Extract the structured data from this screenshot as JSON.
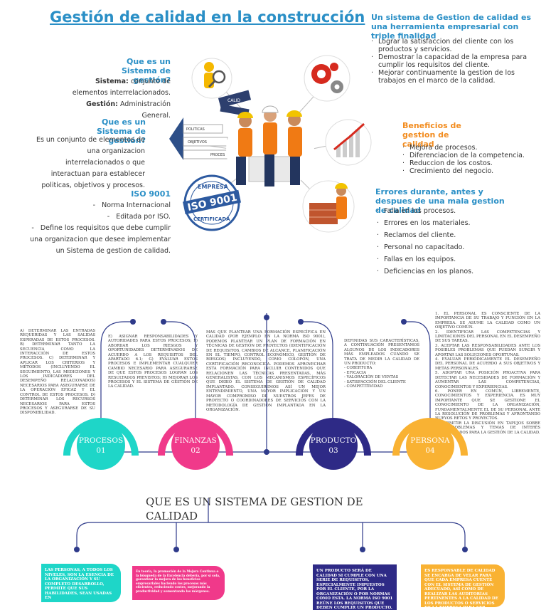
{
  "title": "Gestión de calidad en la construcción",
  "section_top_right": {
    "heading": "Un sistema de Gestion de calidad es una herramienta empresarial con triple finalidad",
    "items": [
      "Lograr la satisfaccion del cliente con los productos y servicios.",
      "Demostrar la capacidad de la empresa para cumplir los requisitos del cliente.",
      "Mejorar continuamente la gestion de los trabajos en el marco de la calidad."
    ]
  },
  "section_sistema": {
    "heading": "Que es un Sistema de gestión?",
    "line1_bold": "Sistema:",
    "line1_text": " conjunto de elementos interrelacionados.",
    "line2_bold": "Gestión:",
    "line2_text": " Administración General."
  },
  "section_sistema2": {
    "heading": "Que es un Sistema de gestión?",
    "text": "Es un conjunto de elementos de una organizacion interrelacionados o que interactuan para establecer politicas, objetivos y procesos."
  },
  "section_iso": {
    "heading": "ISO 9001",
    "items": [
      "Norma Internacional",
      "Editada por ISO.",
      "Define los requisitos que debe cumplir una organizacion que desee implementar un Sistema de gestion de calidad."
    ]
  },
  "section_beneficios": {
    "heading": "Beneficios de gestion de calidad",
    "items": [
      "Mejora de procesos.",
      "Diferenciacion de la competencia.",
      "Reduccion de los costos.",
      "Crecimiento del negocio."
    ]
  },
  "section_errores": {
    "heading": "Errores durante, antes y despues de una mala gestion de calidad",
    "items": [
      "Falla en los procesos.",
      "Errores en los materiales.",
      "Reclamos del cliente.",
      "Personal no capacitado.",
      "Fallas en los equipos.",
      "Deficiencias en los planos."
    ]
  },
  "pyramid": {
    "labels": [
      "POLITICAS",
      "OBJETIVOS",
      "PROCES"
    ]
  },
  "iso_seal": {
    "top": "EMPRESA",
    "middle": "ISO 9001",
    "bottom": "CERTIFICADA"
  },
  "timeline": {
    "col1": "A) DETERMINAR LAS ENTRADAS REQUERIDAS Y LAS SALIDAS ESPERADAS DE ESTOS PROCESOS. B) DETERMINAR TANTO LA SECUENCIA COMO LA INTERACCIÓN DE ESTOS PROCESOS. C) DETERMINAR Y APLICAR LOS CRITERIOS Y MÉTODOS (INCLUYENDO EL SEGUIMIENTO, LAS MEDICIONES Y LOS INDICADORES DEL DESEMPEÑO RELACIONADOS) NECESARIOS PARA ASEGURARSE DE LA OPERACIÓN EFICAZ Y EL CONTROL DE ESTOS PROCESOS. D) DETERMINAR LOS RECURSOS NECESARIOS PARA ESTOS PROCESOS Y ASEGURARSE DE SU DISPONIBILIDAD.",
    "col2": "E) ASIGNAR RESPONSABILIDADES Y AUTORIDADES PARA ESTOS PROCESOS; F) ABORDAR LOS RIESGOS Y OPORTUNIDADES DETERMINADOS DE ACUERDO A LOS REQUISITOS DEL APARTADO 6.1; G) EVALUAR ESTOS PROCESOS E IMPLEMENTAR CUALQUIER CAMBIO NECESARIO PARA ASEGURARSE DE QUE ESTOS PROCESOS LOGRAN LOS RESULTADOS PREVISTOS; H) MEJORAR LOS PROCESOS Y EL SISTEMA DE GESTIÓN DE LA CALIDAD.",
    "col3": "MAS QUE PLANTEAR UNA FORMACIÓN ESPECÍFICA EN CALIDAD (POR EJEMPLO EN LA NORMA ISO 9001), PODEMOS PLANTEAR UN PLAN DE FORMACIÓN EN TÉCNICAS DE GESTIÓN DE PROYECTOS (IDENTIFICACIÓN DE REQUISITOS, CAMBIOS DE ALCANCE, PLANIFICACIÓN EN EL TIEMPO, CONTROL ECONÓMICO, GESTIÓN DE RIESGOS) INCLUYENDO, COMO COLOFÓN, UNA CERTIFICACIÓN RECONOCIDA. PODEMOS APROVECHAR ESTA FORMACIÓN PARA INCLUIR CONTENIDOS QUE RELACIONEN LAS TÉCNICAS PRESENTADAS, MÁS GENERALISTAS, CON LOS MECANISMOS ESPECÍFICOS QUE DEBIÓ EL SISTEMA DE GESTIÓN DE CALIDAD IMPLANTADO. CONSEGUIREMOS ASÍ UN MEJOR ENTENDIMIENTO, UNA MAYOR IMPLICACIÓN Y UN MAYOR COMPROMISO DE NUESTROS JEFES DE PROYECTO O COORDINADORES DE SERVICIOS CON LA METODOLOGÍA DE GESTIÓN IMPLANTADA EN LA ORGANIZACIÓN.",
    "col4_intro": "DEFINIDAS SUS CARACTERÍSTICAS, A CONTINUACIÓN PRESENTAMOS ALGUNOS DE LOS INDICADORES MÁS EMPLEADOS CUANDO SE TRATA DE MEDIR LA CALIDAD DE UN PRODUCTO:",
    "col4_items": [
      "COBERTURA",
      "EFICACIA",
      "VALORACIÓN DE VENTAS",
      "SATISFACCIÓN DEL CLIENTE",
      "COMPETITIVIDAD"
    ],
    "col5_items": [
      "1. EL PERSONAL ES CONSCIENTE DE LA IMPORTANCIA DE SU TRABAJO Y FUNCIÓN EN LA EMPRESA. SE ASUME LA CALIDAD COMO UN OBJETIVO COMÚN.",
      "2. IDENTIFICAR LAS COMPETENCIAS Y LIMITACIONES DEL PERSONAL EN EL DESEMPEÑO DE SUS TAREAS.",
      "3. ACEPTAR LAS RESPONSABILIDADES ANTE LOS POSIBLES PROBLEMAS QUE PUEDAN SURGIR Y APORTAR LAS SOLUCIONES OPORTUNAS.",
      "4. EVALUAR PERIÓDICAMENTE EL DESEMPEÑO DEL PERSONAL DE ACUERDO A SUS OBJETIVOS Y METAS PERSONALES.",
      "5. ADOPTAR UNA POSICIÓN PROACTIVA PARA DETECTAR LAS NECESIDADES DE FORMACIÓN Y AUMENTAR LAS COMPETENCIAS, CONOCIMIENTOS Y EXPERIENCIAS.",
      "6. PONER EN COMÚN, LIBREMENTE, CONOCIMIENTOS Y EXPERIENCIA. ES MUY IMPORTANTE QUE SE GESTIONE EL CONOCIMIENTO DE LA ORGANIZACIÓN, FUNDAMENTALMENTE EL DE SU PERSONAL ANTE LA RESOLUCIÓN DE PROBLEMAS Y AFRONTANDO NUEVOS RETOS Y PROYECTOS.",
      "7. PERMITIR LA DISCUSIÓN EN TAPUJOS SOBRE LOS PROBLEMAS Y TEMAS DE INTERÉS RELACIONADOS PARA LA GESTIÓN DE LA CALIDAD."
    ],
    "circles": [
      {
        "label": "PROCESOS",
        "num": "01",
        "color": "#1ed6c8"
      },
      {
        "label": "FINANZAS",
        "num": "02",
        "color": "#f0398a"
      },
      {
        "label": "PRODUCTO",
        "num": "03",
        "color": "#2e2a86"
      },
      {
        "label": "PERSONA",
        "num": "04",
        "color": "#f9b233"
      }
    ]
  },
  "bottom": {
    "title": "QUE ES UN SISTEMA DE GESTION DE CALIDAD",
    "card1": "LAS PERSONAS, A TODOS LOS NIVELES, SON LA ESENCIA DE LA ORGANIZACIÓN Y SU COMPLETO DESARROLLO, PERMITE QUE SUS HABILIDADES, SEAN USADAS EN",
    "card2": "En teoría, la promoción de la Mejora Continua o la búsqueda de la Excelencia debería, por sí sola, garantizar la mejora de los beneficios empresariales haciendo los procesos más eficientes, reduciendo costes, mejorando la productividad y aumentando las márgenes.",
    "card3": "UN PRODUCTO SERÁ DE CALIDAD SI CUMPLE CON UNA SERIE DE REQUISITOS, ESPECIALMENTE IMPUESTOS POR EL CLIENTE, POR LA ORGANIZACIÓN O POR NORMAS COMO ESTA. LA NORMA ISO 9001 REÚNE LOS REQUISITOS QUE DEBEN CUMPLIR UN PRODUCTO.",
    "card4": "ES RESPONSABLE DE CALIDAD SE ENCARGA DE VELAR PARA QUE CADA EMPRESA CUENTE CON EL SISTEMA DE GESTIÓN ADECUADO, ASÍ COMO DE REALIZAR LAS AUDITORÍAS PERTINENTES A LA CALIDAD DE LOS PRODUCTOS O SERVICIOS DE LA EMPRESA PARA SER COMPETITIVAS Y EFICIENTES."
  }
}
